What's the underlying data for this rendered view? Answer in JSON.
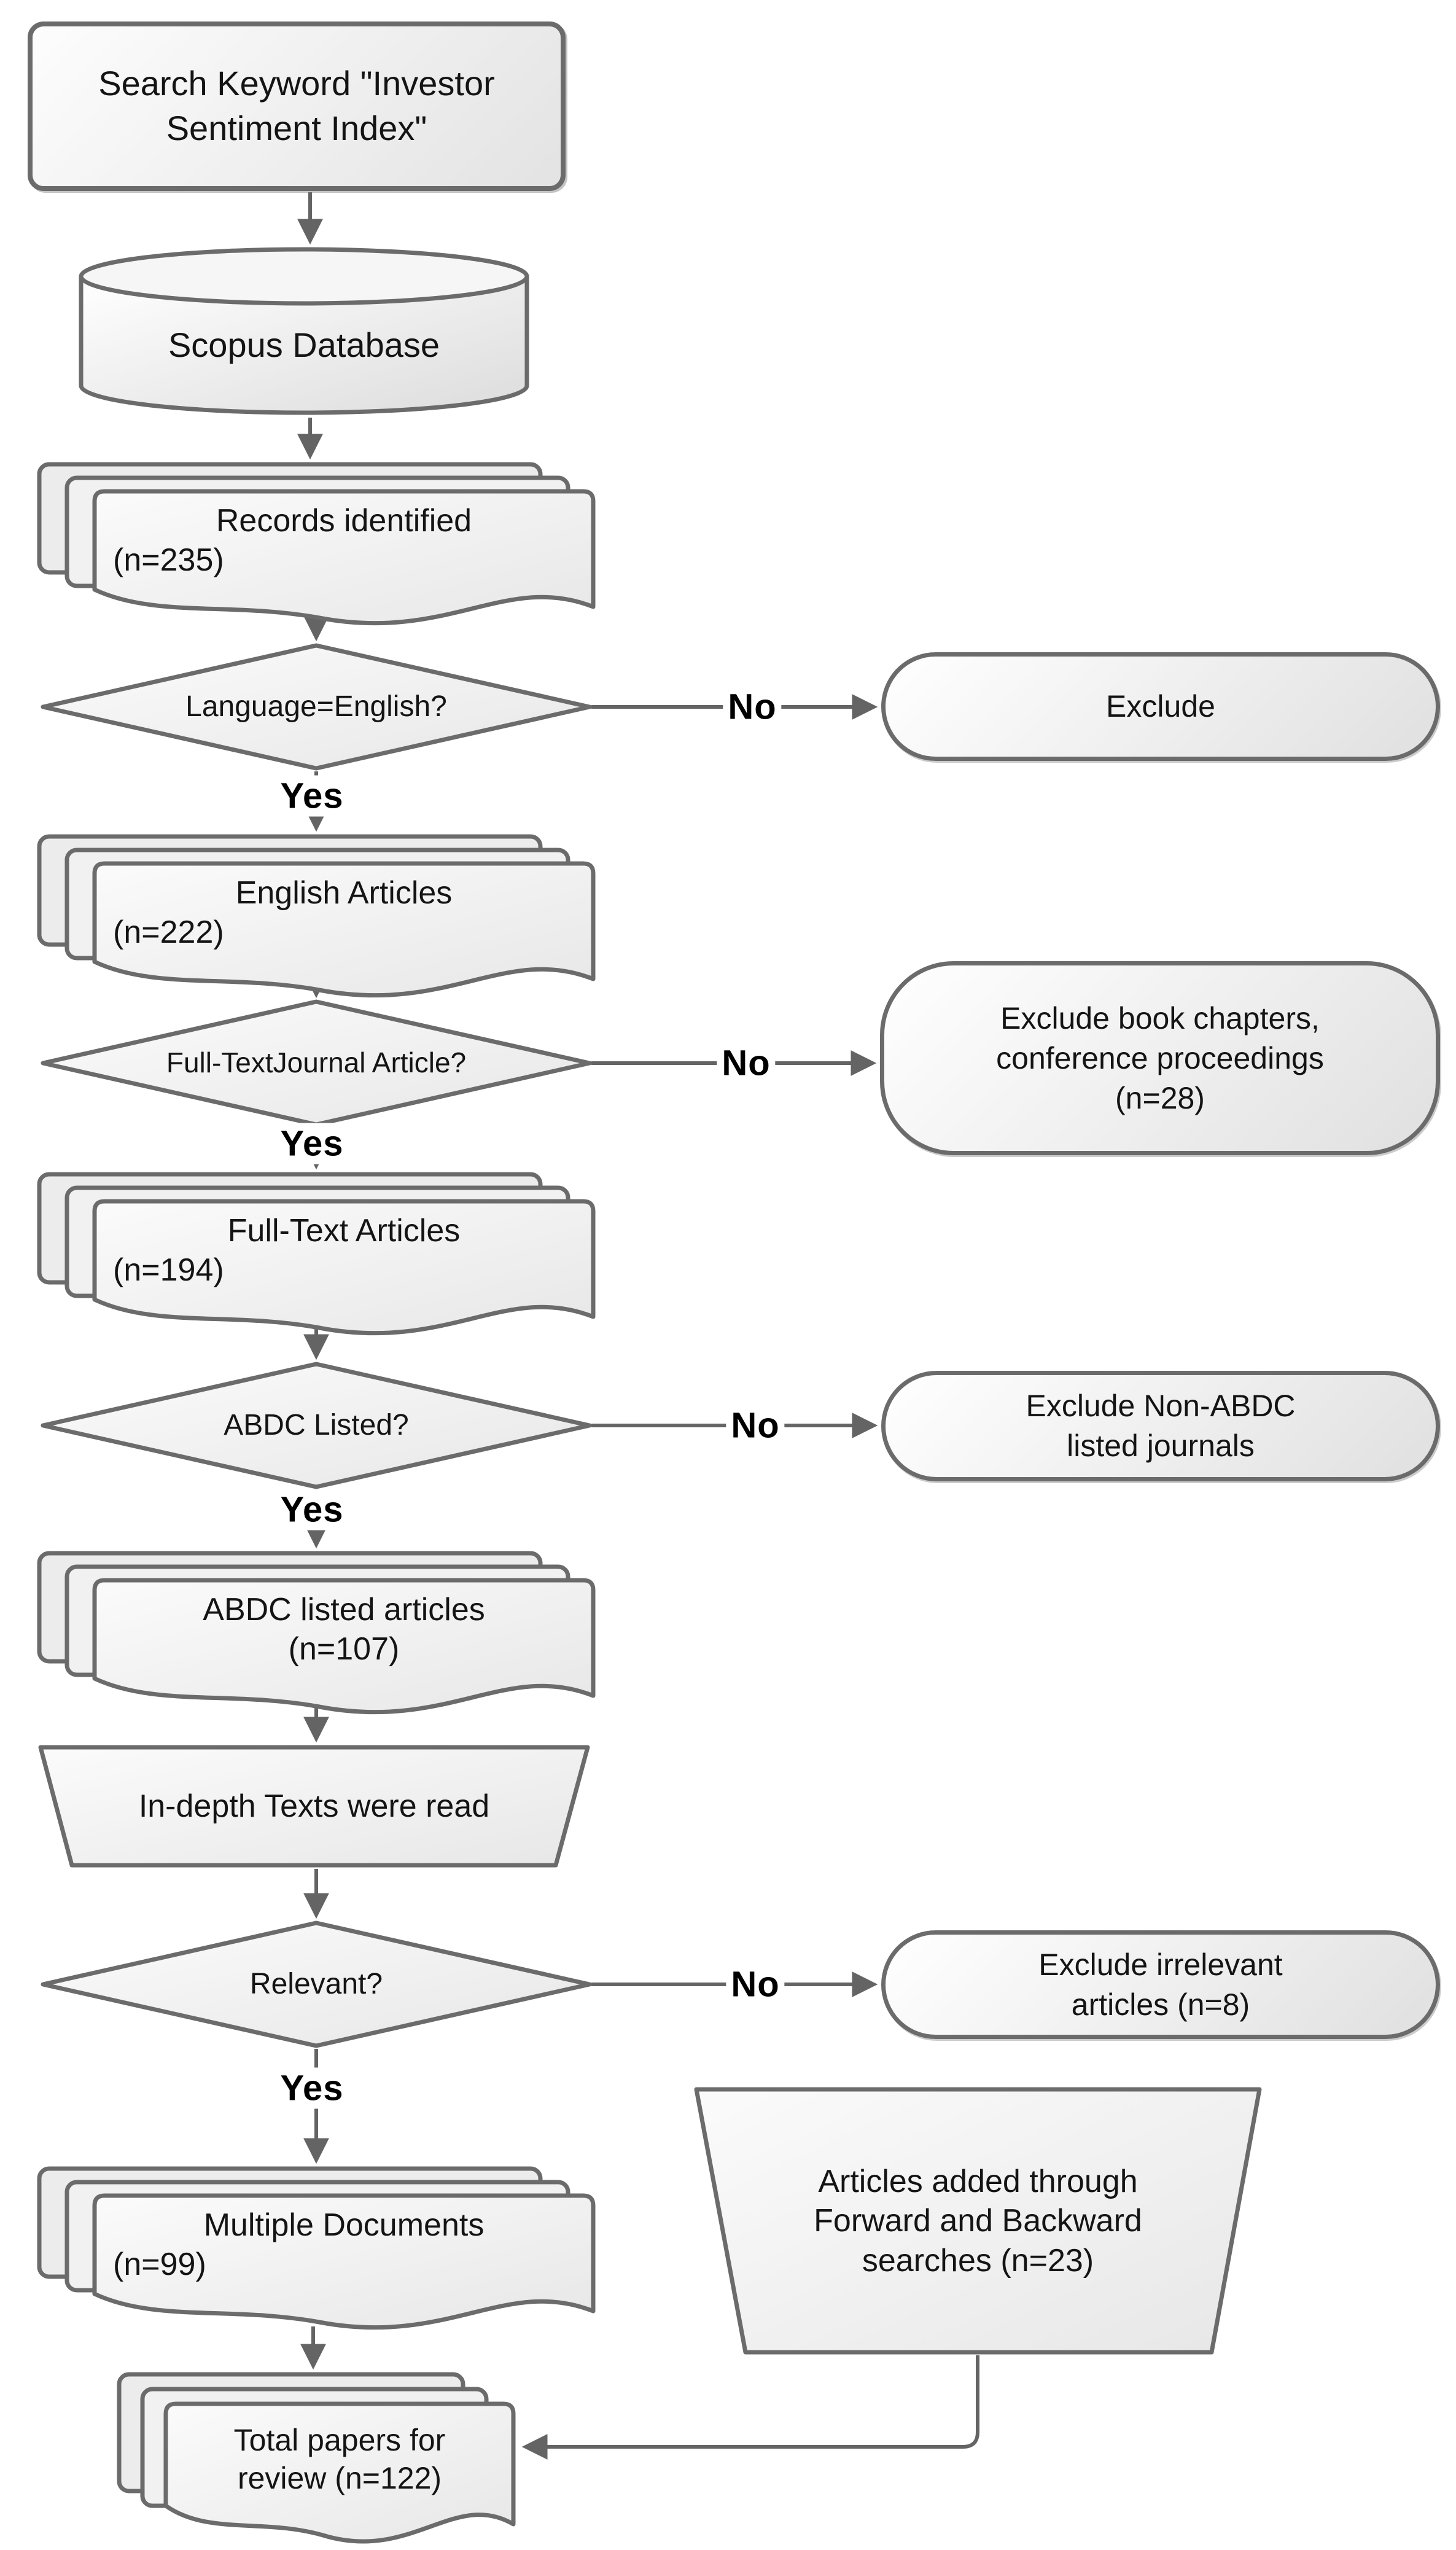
{
  "diagram": {
    "background_color": "#ffffff",
    "stroke_color": "#6b6b6b",
    "edge_color": "#646464",
    "text_color": "#141414",
    "nodes": {
      "start": {
        "shape": "rounded-rectangle",
        "label": "Search Keyword \"Investor Sentiment Index\""
      },
      "database": {
        "shape": "cylinder",
        "label": "Scopus Database"
      },
      "records_identified": {
        "shape": "multi-document",
        "lines": [
          "Records identified",
          "(n=235)"
        ]
      },
      "decision_language": {
        "shape": "decision",
        "label": "Language=English?"
      },
      "exclude_language": {
        "shape": "terminator",
        "lines": [
          "Exclude"
        ]
      },
      "english_articles": {
        "shape": "multi-document",
        "lines": [
          "English Articles",
          "(n=222)"
        ]
      },
      "decision_full_text": {
        "shape": "decision",
        "label": "Full-TextJournal Article?"
      },
      "exclude_book_chapters": {
        "shape": "terminator",
        "lines": [
          "Exclude book chapters,",
          "conference proceedings",
          "(n=28)"
        ]
      },
      "full_text_articles": {
        "shape": "multi-document",
        "lines": [
          "Full-Text Articles",
          "(n=194)"
        ]
      },
      "decision_abdc": {
        "shape": "decision",
        "label": "ABDC Listed?"
      },
      "exclude_non_abdc": {
        "shape": "terminator",
        "lines": [
          "Exclude Non-ABDC",
          "listed journals"
        ]
      },
      "abdc_listed_articles": {
        "shape": "multi-document",
        "lines": [
          "ABDC listed articles",
          "(n=107)"
        ]
      },
      "in_depth_reading": {
        "shape": "manual-operation",
        "label": "In-depth Texts were read"
      },
      "decision_relevant": {
        "shape": "decision",
        "label": "Relevant?"
      },
      "exclude_irrelevant": {
        "shape": "terminator",
        "lines": [
          "Exclude irrelevant",
          "articles (n=8)"
        ]
      },
      "multiple_documents": {
        "shape": "multi-document",
        "lines": [
          "Multiple Documents",
          "(n=99)"
        ]
      },
      "forward_backward": {
        "shape": "manual-operation",
        "lines": [
          "Articles added through",
          "Forward and Backward",
          "searches (n=23)"
        ]
      },
      "total_papers": {
        "shape": "multi-document",
        "lines": [
          "Total papers for",
          "review (n=122)"
        ]
      }
    },
    "edge_labels": {
      "no1": "No",
      "no2": "No",
      "no3": "No",
      "no4": "No",
      "yes1": "Yes",
      "yes2": "Yes",
      "yes3": "Yes",
      "yes4": "Yes"
    }
  }
}
